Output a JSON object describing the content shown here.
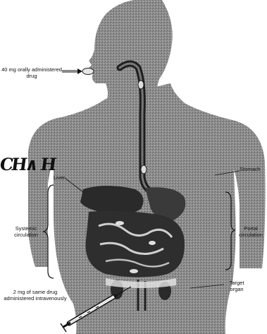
{
  "labels": {
    "oral_dose": "40 mg orally administered drug",
    "liver": "Liver",
    "stomach": "Stomach",
    "systemic": "Systemic circulation",
    "portal": "Portal circulation",
    "iv_dose": "2 mg of same drug administered intravenously",
    "target": "Target organ"
  },
  "handwriting": "CH∧ H",
  "colors": {
    "body": "#8a8a8a",
    "organ_dark": "#2c2c2c",
    "organ_light": "#d8d8d8",
    "line": "#111111"
  }
}
